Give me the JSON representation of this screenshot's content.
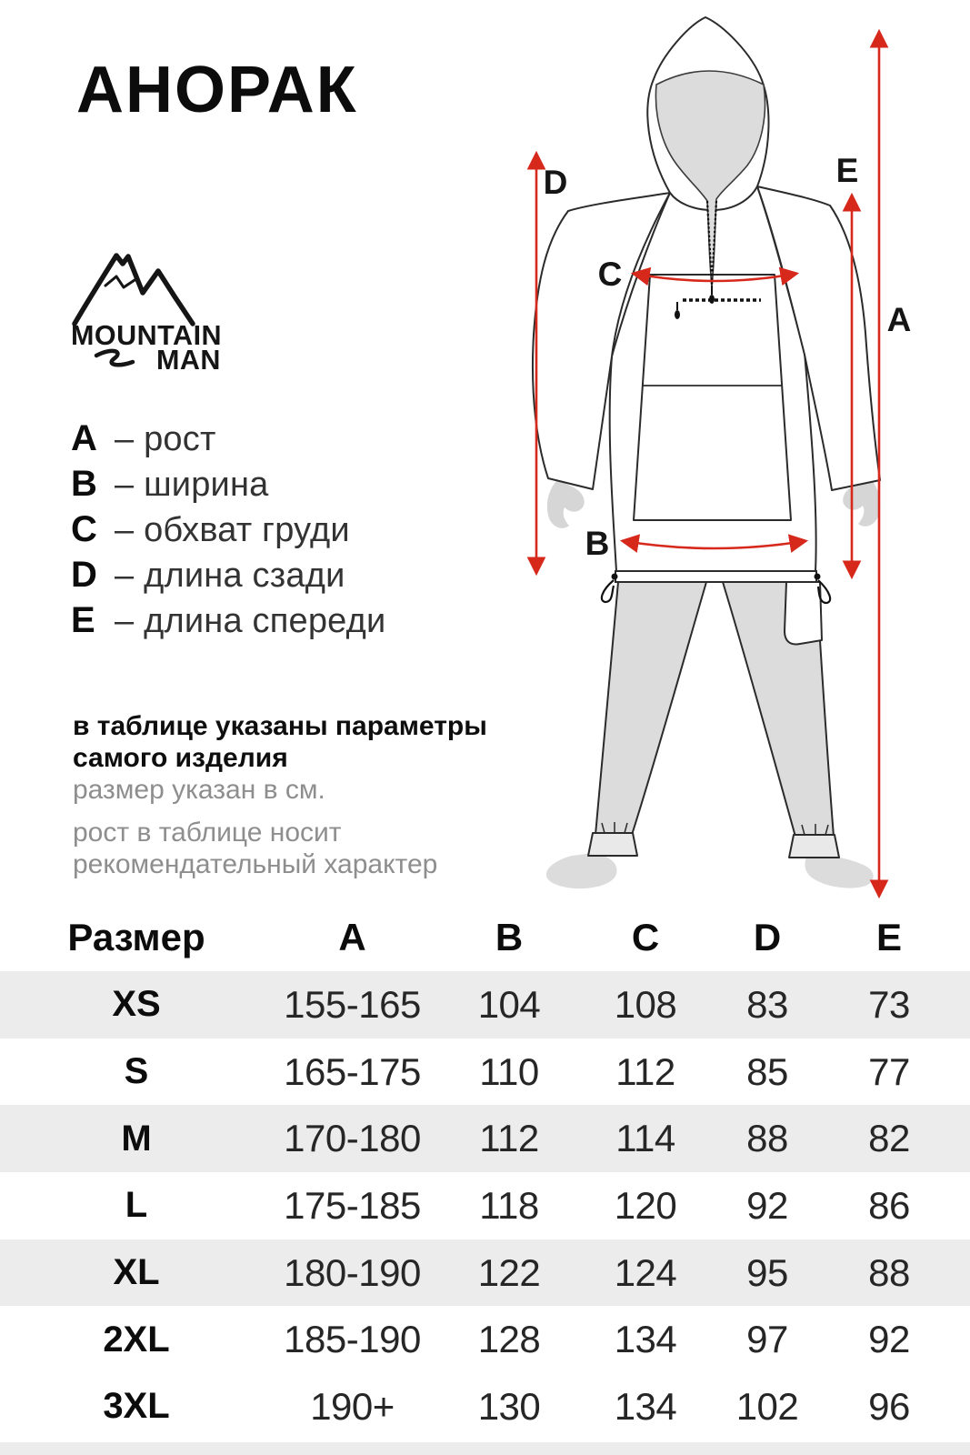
{
  "page": {
    "title": "АНОРАК"
  },
  "brand": {
    "line1": "MOUNTAIN",
    "line2": "MAN"
  },
  "legend": {
    "items": [
      {
        "key": "A",
        "label": "– рост"
      },
      {
        "key": "B",
        "label": "– ширина"
      },
      {
        "key": "C",
        "label": "– обхват груди"
      },
      {
        "key": "D",
        "label": "– длина сзади"
      },
      {
        "key": "E",
        "label": "– длина спереди"
      }
    ]
  },
  "notes": {
    "bold": "в таблице указаны параметры самого изделия",
    "gray1": "размер указан в см.",
    "gray2": "рост в таблице носит рекомендательный характер"
  },
  "figure": {
    "labels": {
      "A": "A",
      "B": "B",
      "C": "C",
      "D": "D",
      "E": "E"
    }
  },
  "size_table": {
    "columns": [
      "Размер",
      "A",
      "B",
      "C",
      "D",
      "E"
    ],
    "rows": [
      {
        "size": "XS",
        "values": [
          "155-165",
          "104",
          "108",
          "83",
          "73"
        ],
        "shaded": true
      },
      {
        "size": "S",
        "values": [
          "165-175",
          "110",
          "112",
          "85",
          "77"
        ],
        "shaded": false
      },
      {
        "size": "M",
        "values": [
          "170-180",
          "112",
          "114",
          "88",
          "82"
        ],
        "shaded": true
      },
      {
        "size": "L",
        "values": [
          "175-185",
          "118",
          "120",
          "92",
          "86"
        ],
        "shaded": false
      },
      {
        "size": "XL",
        "values": [
          "180-190",
          "122",
          "124",
          "95",
          "88"
        ],
        "shaded": true
      },
      {
        "size": "2XL",
        "values": [
          "185-190",
          "128",
          "134",
          "97",
          "92"
        ],
        "shaded": false
      },
      {
        "size": "3XL",
        "values": [
          "190+",
          "130",
          "134",
          "102",
          "96"
        ],
        "shaded": false
      }
    ]
  },
  "colors": {
    "accent_red": "#d7281c",
    "row_shade": "#ececec",
    "gray_text": "#8e8e8e",
    "garment_gray": "#dcdcdc",
    "outline": "#2b2b2b"
  }
}
